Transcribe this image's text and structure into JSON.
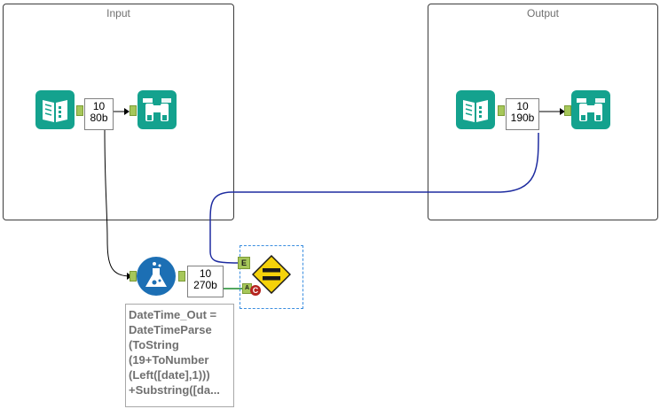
{
  "containers": {
    "input": {
      "title": "Input"
    },
    "output": {
      "title": "Output"
    }
  },
  "tools": {
    "input_data_1": {
      "icon": "input-data-book-icon",
      "color": "#14a28e"
    },
    "browse_1": {
      "icon": "browse-binoculars-icon",
      "color": "#14a28e"
    },
    "input_data_2": {
      "icon": "input-data-book-icon",
      "color": "#14a28e"
    },
    "browse_2": {
      "icon": "browse-binoculars-icon",
      "color": "#14a28e"
    },
    "formula": {
      "icon": "formula-flask-icon",
      "color": "#1c6fb4"
    },
    "test": {
      "icon": "test-equals-sign-icon",
      "color": "#f5d20a"
    }
  },
  "record_counts": {
    "input": {
      "records": "10",
      "size": "80b"
    },
    "output": {
      "records": "10",
      "size": "190b"
    },
    "formula": {
      "records": "10",
      "size": "270b"
    }
  },
  "test_anchors": {
    "expected": "E",
    "actual": "A",
    "badge": "C"
  },
  "annotation": {
    "lines": [
      "DateTime_Out =",
      "DateTimeParse",
      "(ToString",
      "(19+ToNumber",
      "(Left([date],1)))",
      "+Substring([da..."
    ]
  },
  "colors": {
    "wire_default": "#000000",
    "wire_expected": "#1e2ca0",
    "wire_actual": "#1a8a2a",
    "anchor_green": "#a6c75a",
    "selection_dashed": "#3b8ee0"
  }
}
